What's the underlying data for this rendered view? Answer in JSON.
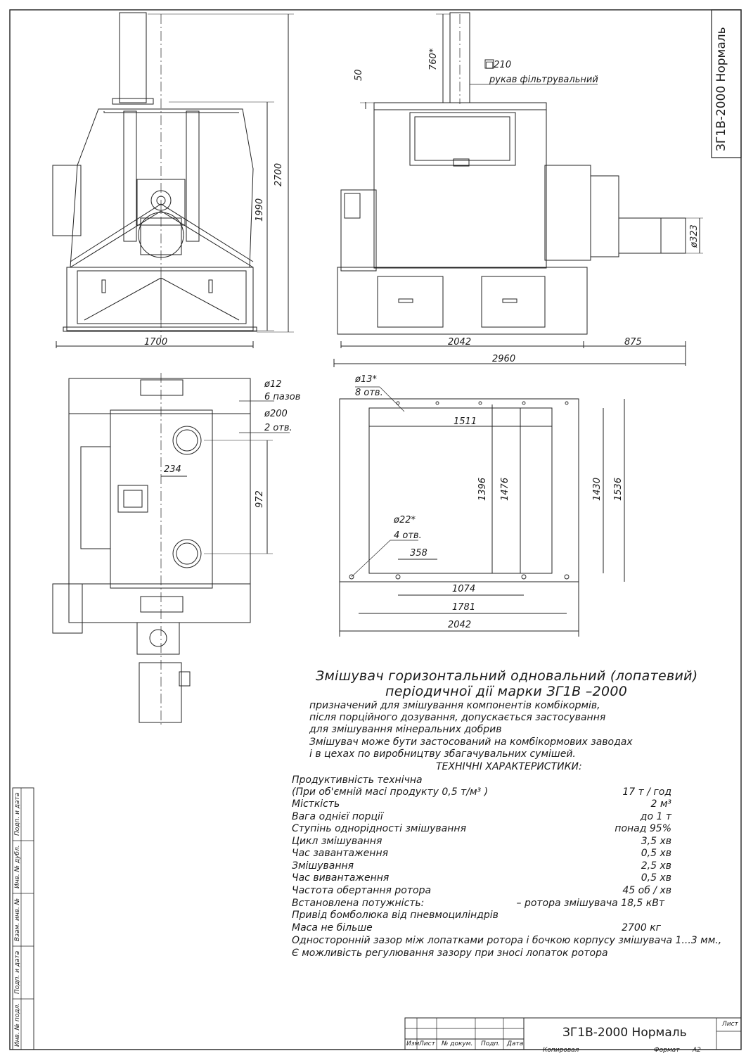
{
  "drawing": {
    "code_vertical": "ЗГ1В-2000 Нормаль",
    "title_line1": "Змішувач горизонтальний одновальний (лопатевий)",
    "title_line2": "періодичної дії марки ЗГ1В –2000",
    "description": [
      "призначений для змішування компонентів комбікормів,",
      "після порційного дозування, допускається застосування",
      "для змішування мінеральних добрив",
      "Змішувач може бути застосований на комбікормових заводах",
      "і в цехах по виробництву збагачувальних сумішей."
    ],
    "specs_heading": "ТЕХНІЧНІ ХАРАКТЕРИСТИКИ:",
    "specs": [
      {
        "label": "Продуктивність технічна",
        "value": ""
      },
      {
        "label": "(При об'ємній масі продукту 0,5 т/м³ )",
        "value": "17 т / год"
      },
      {
        "label": "Місткість",
        "value": "2 м³"
      },
      {
        "label": "Вага однієї порції",
        "value": "до 1 т"
      },
      {
        "label": "Ступінь однорідності змішування",
        "value": "понад 95%"
      },
      {
        "label": "Цикл змішування",
        "value": "3,5 хв"
      },
      {
        "label": "Час завантаження",
        "value": "0,5 хв"
      },
      {
        "label": "Змішування",
        "value": "2,5 хв"
      },
      {
        "label": "Час вивантаження",
        "value": "0,5 хв"
      },
      {
        "label": "Частота обертання ротора",
        "value": "45 об / хв"
      },
      {
        "label": "Встановлена потужність:",
        "value": "– ротора змішувача  18,5 кВт"
      },
      {
        "label": "Привід бомболюка від пневмоциліндрів",
        "value": ""
      },
      {
        "label": "Маса не більше",
        "value": "2700 кг"
      }
    ],
    "notes": [
      "Односторонній зазор між лопатками ротора і бочкою корпусу змішувача 1...3 мм.,",
      "Є можливість регулювання зазору при зносі лопаток ротора"
    ]
  },
  "dimensions": {
    "front_width": "1700",
    "front_height_total": "2700",
    "front_height_body": "1990",
    "side_2042": "2042",
    "side_875": "875",
    "side_2960": "2960",
    "side_50": "50",
    "side_760": "760*",
    "sleeve_size": "□210",
    "sleeve_label": "рукав фільтрувальний",
    "motor_dia": "ø323",
    "top_d12": "ø12",
    "top_6slots": "6 пазов",
    "top_d200": "ø200",
    "top_2holes": "2 отв.",
    "top_234": "234",
    "top_972": "972",
    "plan_d13": "ø13*",
    "plan_8holes": "8 отв.",
    "plan_1511": "1511",
    "plan_1396": "1396",
    "plan_1476": "1476",
    "plan_1430": "1430",
    "plan_1536": "1536",
    "plan_d22": "ø22*",
    "plan_4holes": "4 отв.",
    "plan_358": "358",
    "plan_1074": "1074",
    "plan_1781": "1781",
    "plan_2042": "2042"
  },
  "title_block": {
    "title": "ЗГ1В-2000 Нормаль",
    "sheet": "Лист",
    "izm": "Изм",
    "list": "Лист",
    "doc": "№ докум.",
    "sign": "Подп.",
    "date": "Дата",
    "copied": "Копировал",
    "format_label": "Формат",
    "format_value": "А2"
  },
  "side_stamps": [
    "Инв. № подл.",
    "Подп. и дата",
    "Взам. инв. №",
    "Инв. № дубл.",
    "Подп. и дата"
  ]
}
